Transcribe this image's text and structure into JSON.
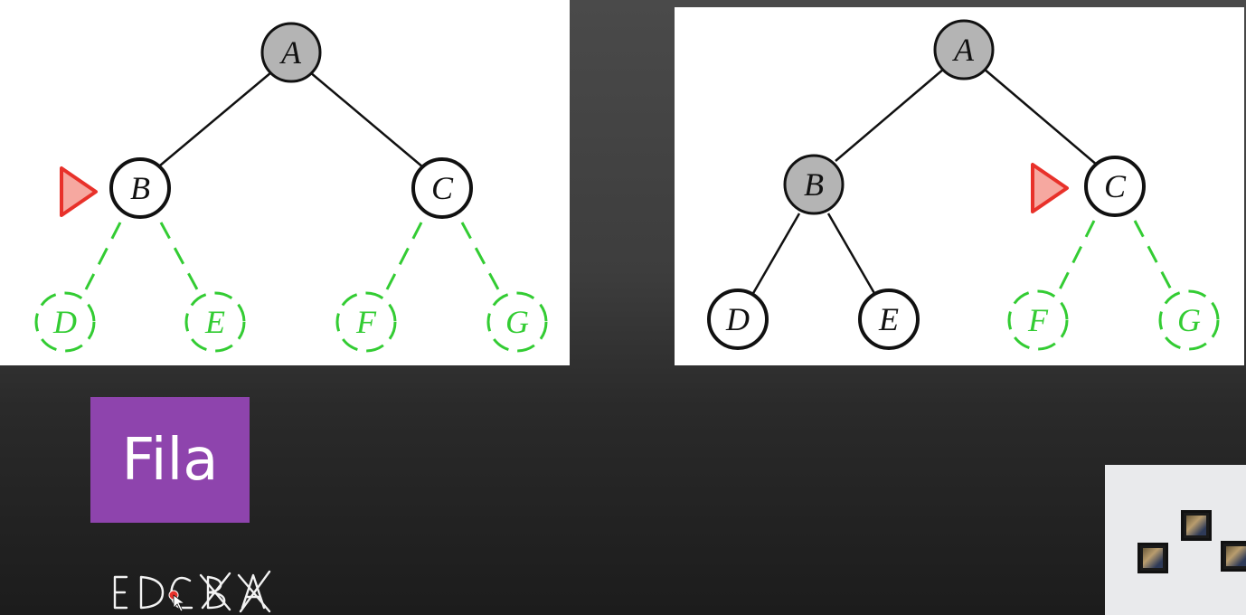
{
  "left_diagram": {
    "nodes": [
      {
        "id": "A",
        "label": "A",
        "state": "gray"
      },
      {
        "id": "B",
        "label": "B",
        "state": "current"
      },
      {
        "id": "C",
        "label": "C",
        "state": "white"
      },
      {
        "id": "D",
        "label": "D",
        "state": "unvisited"
      },
      {
        "id": "E",
        "label": "E",
        "state": "unvisited"
      },
      {
        "id": "F",
        "label": "F",
        "state": "unvisited"
      },
      {
        "id": "G",
        "label": "G",
        "state": "unvisited"
      }
    ],
    "pointer_at": "B"
  },
  "right_diagram": {
    "nodes": [
      {
        "id": "A",
        "label": "A",
        "state": "gray"
      },
      {
        "id": "B",
        "label": "B",
        "state": "gray"
      },
      {
        "id": "C",
        "label": "C",
        "state": "current"
      },
      {
        "id": "D",
        "label": "D",
        "state": "white"
      },
      {
        "id": "E",
        "label": "E",
        "state": "white"
      },
      {
        "id": "F",
        "label": "F",
        "state": "unvisited"
      },
      {
        "id": "G",
        "label": "G",
        "state": "unvisited"
      }
    ],
    "pointer_at": "C"
  },
  "queue": {
    "title": "Fila",
    "handwritten": [
      "E",
      "D",
      "C",
      "B",
      "A"
    ],
    "crossed_out": [
      "B",
      "A"
    ]
  },
  "colors": {
    "gray_fill": "#b4b4b4",
    "pointer_red": "#e8312a",
    "pointer_fill": "#f6a8a0",
    "unvisited_green": "#33cc33",
    "fila_purple": "#8e44ad"
  }
}
